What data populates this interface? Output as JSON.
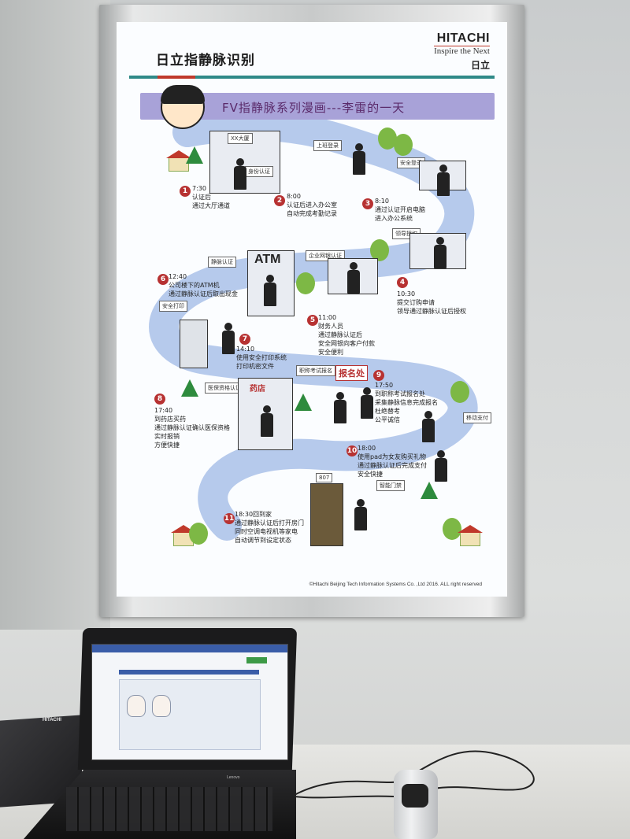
{
  "poster": {
    "brand_cn": "日立指静脉识别",
    "brand_logo": "HITACHI",
    "brand_tagline": "Inspire the Next",
    "brand_logo_cn": "日立",
    "banner_title": "FV指静脉系列漫画---李雷的一天",
    "copyright": "©Hitachi Beijing Tech Information Systems Co. ,Ltd 2016. ALL right reserved",
    "scenes": [
      {
        "num": "1",
        "time": "7:30",
        "text1": "认证后",
        "text2": "通过大厅通道",
        "sign": "XX大厦",
        "sign2": "身份认证"
      },
      {
        "num": "2",
        "time": "8:00",
        "text1": "认证后进入办公室",
        "text2": "自动完成考勤记录",
        "sign": "上班登录"
      },
      {
        "num": "3",
        "time": "8:10",
        "text1": "通过认证开启电脑",
        "text2": "进入办公系统",
        "sign": "安全登录"
      },
      {
        "num": "4",
        "time": "10:30",
        "text1": "提交订购申请",
        "text2": "领导通过静脉认证后授权",
        "sign": "领导授权"
      },
      {
        "num": "5",
        "time": "11:00",
        "text1": "财务人员",
        "text2": "通过静脉认证后",
        "text3": "安全网银向客户付款",
        "text4": "安全便利",
        "sign": "企业网银认证"
      },
      {
        "num": "6",
        "time": "12:40",
        "text1": "公司楼下的ATM机",
        "text2": "通过静脉认证后取出现金",
        "sign": "静脉认证",
        "atm": "ATM"
      },
      {
        "num": "7",
        "time": "14:10",
        "text1": "使用安全打印系统",
        "text2": "打印机密文件",
        "sign": "安全打印"
      },
      {
        "num": "8",
        "time": "17:40",
        "text1": "到药店买药",
        "text2": "通过静脉认证确认医保资格",
        "text3": "实时报销",
        "text4": "方便快捷",
        "sign": "医保资格认证",
        "pharmacy": "药店"
      },
      {
        "num": "9",
        "time": "17:50",
        "text1": "到职称考试报名处",
        "text2": "采集静脉信息完成报名",
        "text3": "杜绝替考",
        "text4": "公平诚信",
        "sign": "职称考试报名",
        "report": "报名处"
      },
      {
        "num": "10",
        "time": "18:00",
        "text1": "使用pad为女友购买礼物",
        "text2": "通过静脉认证后完成支付",
        "text3": "安全快捷",
        "sign": "移动支付"
      },
      {
        "num": "11",
        "time": "18:30回到家",
        "text1": "通过静脉认证后打开房门",
        "text2": "同时空调电视机等家电",
        "text3": "自动调节到设定状态",
        "sign": "智能门禁",
        "door": "807"
      }
    ]
  },
  "desk": {
    "book_logo": "HITACHI",
    "laptop_brand": "Lenovo"
  }
}
